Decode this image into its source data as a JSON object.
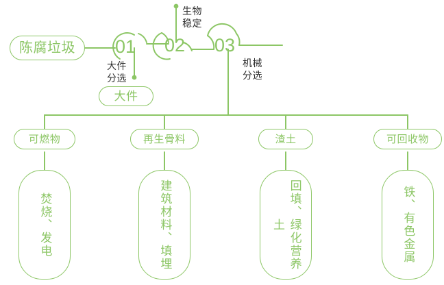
{
  "theme": {
    "accent": "#8cc665",
    "line": "#8cc665",
    "dark_text": "#2f2f2f",
    "background": "#ffffff"
  },
  "diagram": {
    "title": "",
    "type": "process-flow",
    "source": {
      "label": "陈腐垃圾"
    },
    "steps": [
      {
        "number": "01",
        "process_label": "大件\n分选",
        "output": {
          "label": "大件"
        }
      },
      {
        "number": "02",
        "process_label": "生物\n稳定",
        "output": null
      },
      {
        "number": "03",
        "process_label": "机械\n分选",
        "output": null
      }
    ],
    "outputs": [
      {
        "label": "可燃物",
        "detail": "焚烧、发电"
      },
      {
        "label": "再生骨料",
        "detail": "建筑材料、填埋"
      },
      {
        "label": "渣土",
        "detail": "回填、绿化营养土"
      },
      {
        "label": "可回收物",
        "detail": "铁、有色金属"
      }
    ]
  }
}
